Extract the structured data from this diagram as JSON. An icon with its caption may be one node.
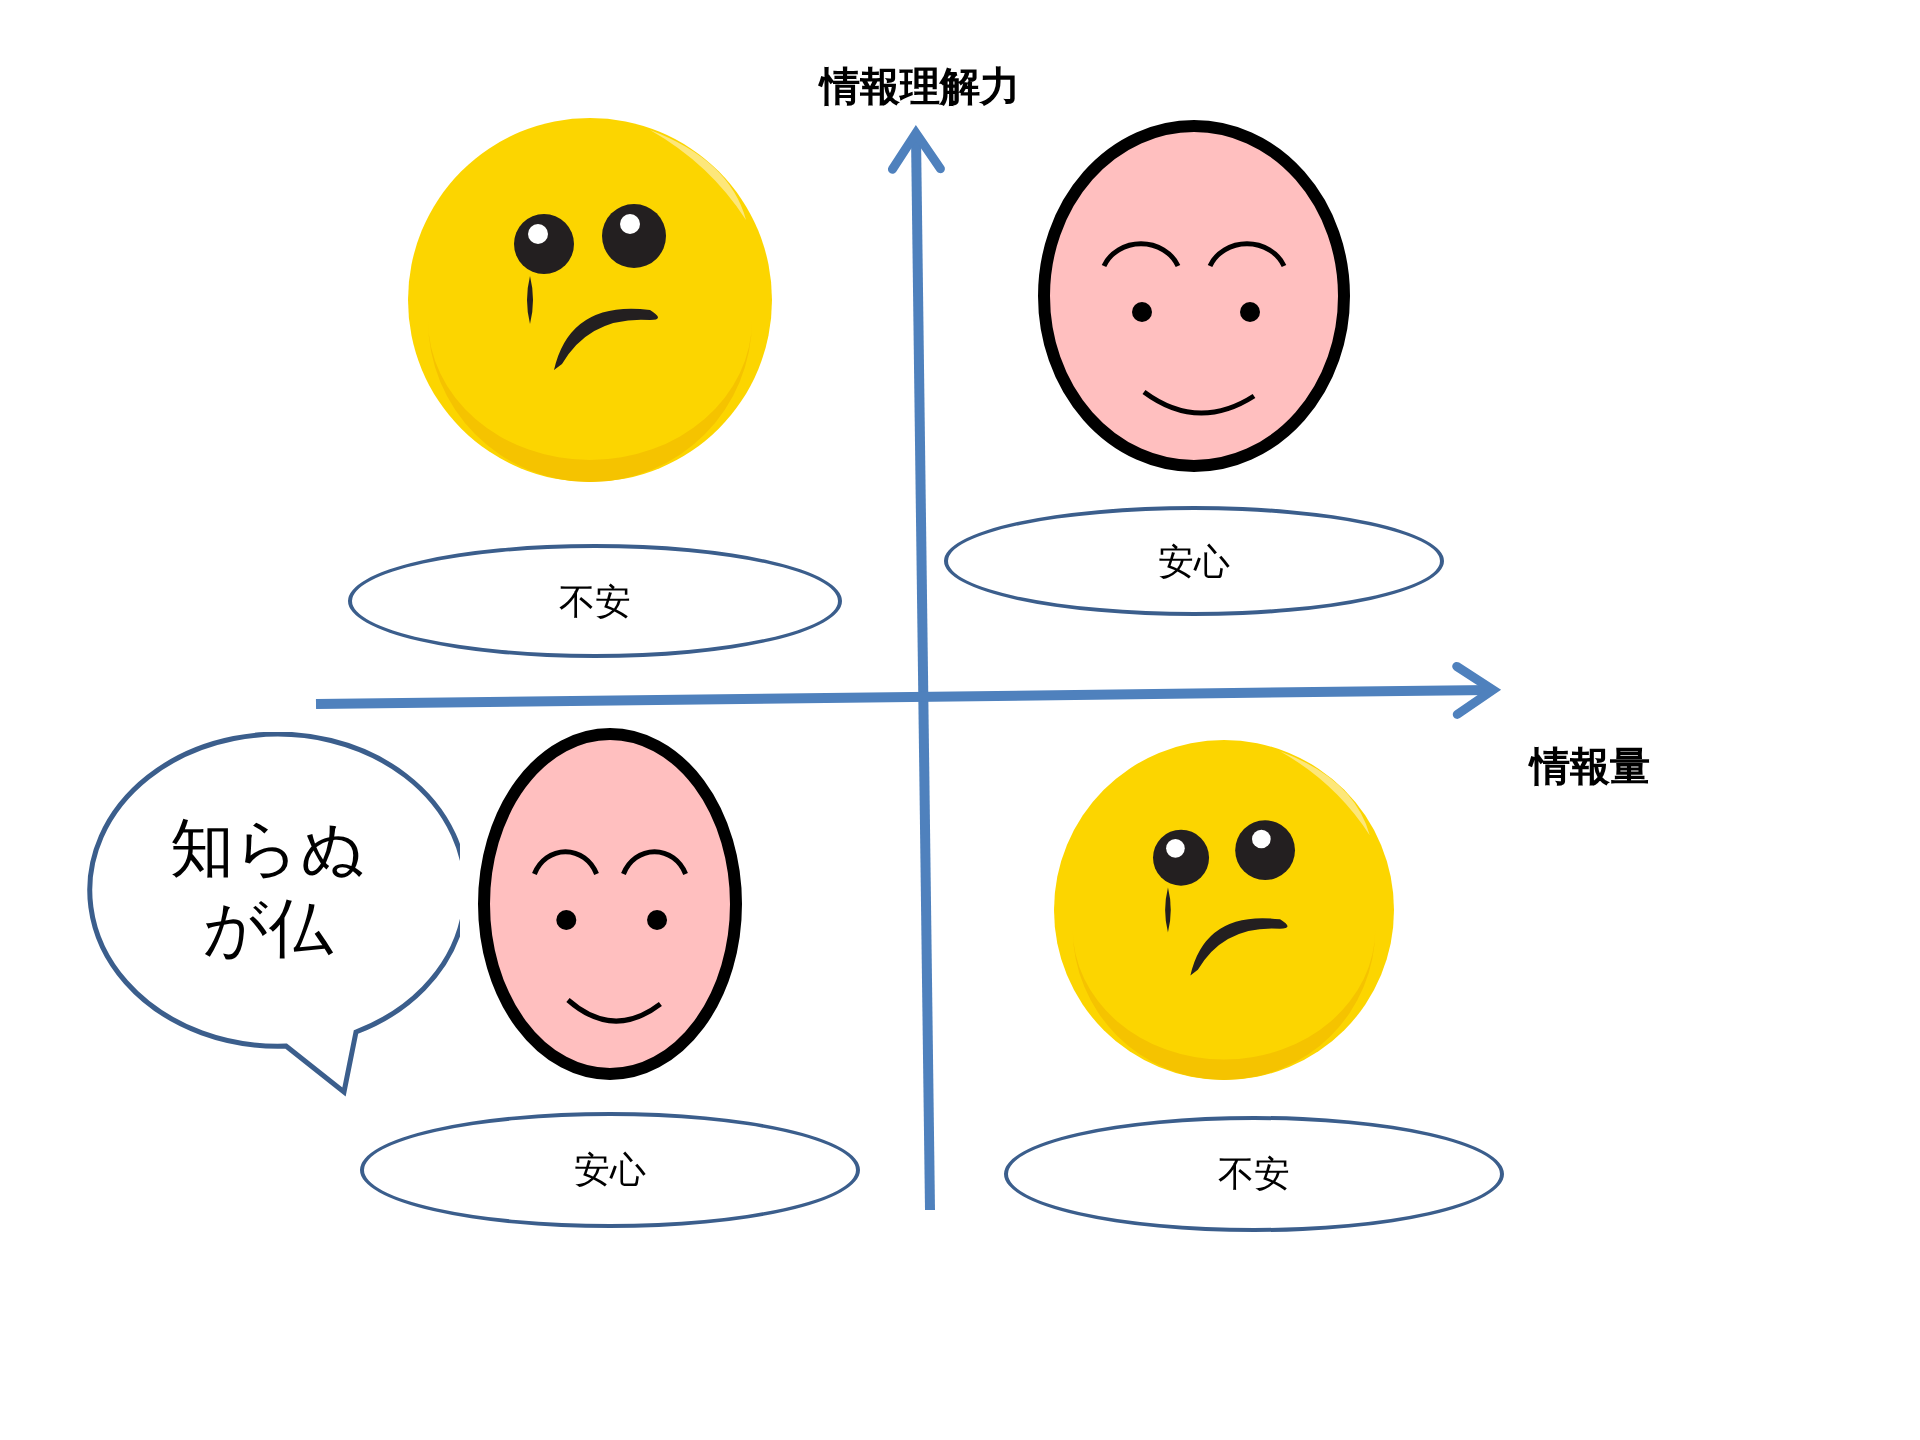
{
  "diagram": {
    "nodes": [
      {
        "text": [
          "不安"
        ]
      },
      {
        "text": [
          "安心"
        ]
      },
      {
        "text": [
          "知らぬが仏"
        ]
      },
      {
        "text": [
          "安心"
        ]
      },
      {
        "text": [
          "不安"
        ]
      }
    ],
    "labels": [
      "情報理解力",
      "情報量"
    ]
  }
}
